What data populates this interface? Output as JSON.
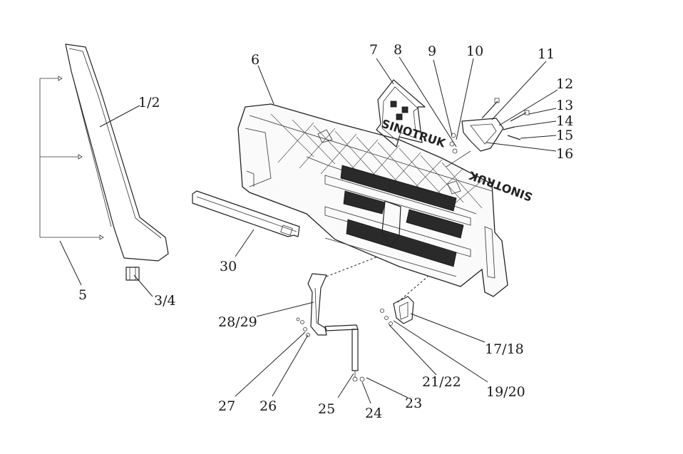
{
  "labels": {
    "l1_2": "1/2",
    "l3_4": "3/4",
    "l5": "5",
    "l6": "6",
    "l7": "7",
    "l8": "8",
    "l9": "9",
    "l10": "10",
    "l11": "11",
    "l12": "12",
    "l13": "13",
    "l14": "14",
    "l15": "15",
    "l16": "16",
    "l17_18": "17/18",
    "l19_20": "19/20",
    "l21_22": "21/22",
    "l23": "23",
    "l24": "24",
    "l25": "25",
    "l26": "26",
    "l27": "27",
    "l28_29": "28/29",
    "l30": "30"
  },
  "emblem_text": "SINOTRUK"
}
